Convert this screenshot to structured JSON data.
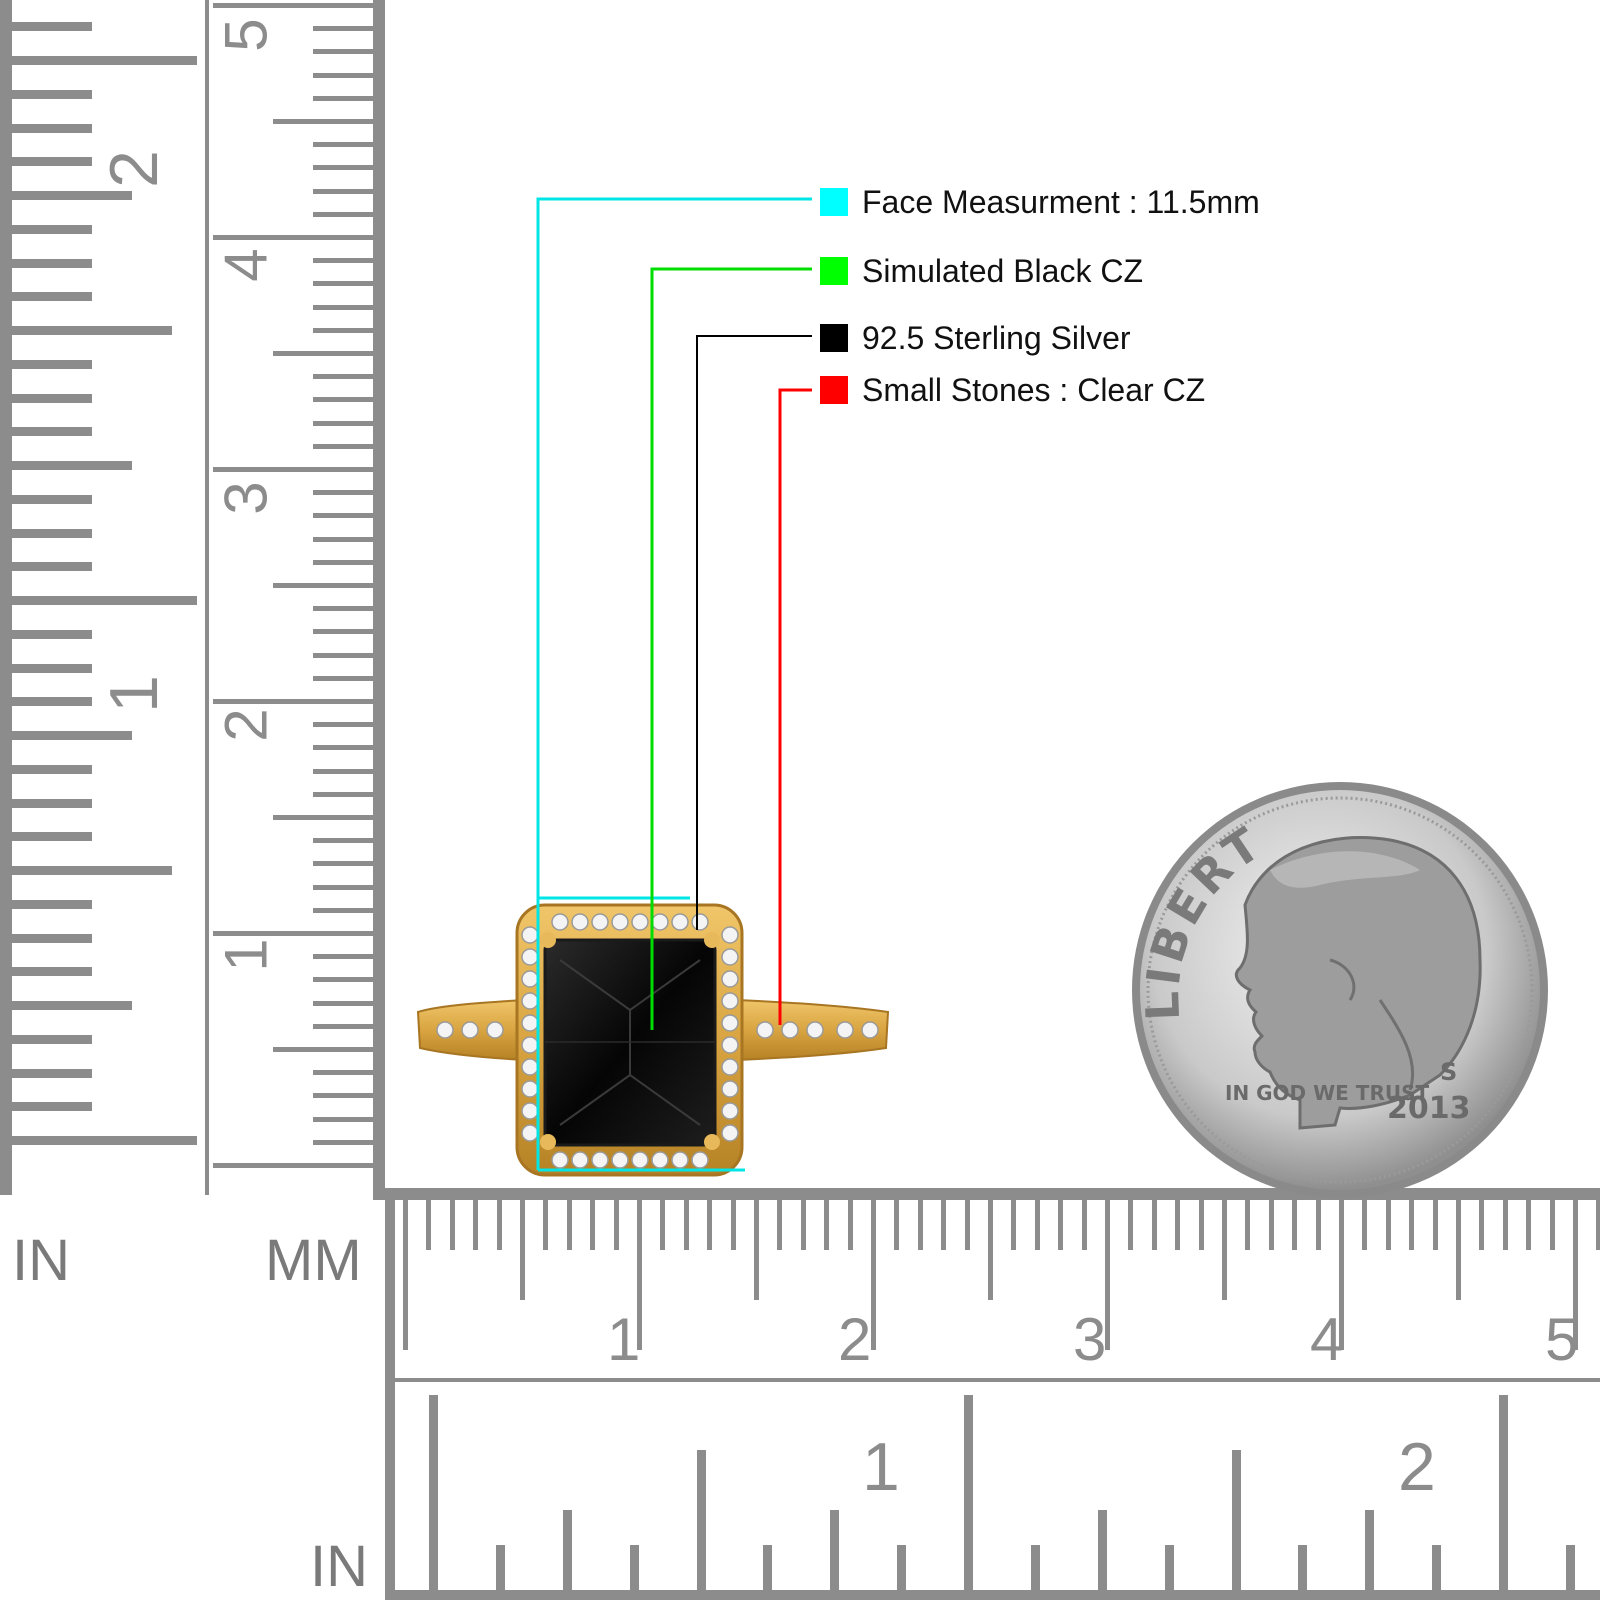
{
  "rulers": {
    "left": {
      "inch_label": "IN",
      "mm_label": "MM",
      "inch_numbers": [
        "1",
        "2"
      ],
      "cm_numbers": [
        "1",
        "2",
        "3",
        "4",
        "5"
      ]
    },
    "bottom": {
      "inch_label": "IN",
      "cm_numbers": [
        "1",
        "2",
        "3",
        "4",
        "5"
      ],
      "inch_numbers": [
        "1",
        "2"
      ]
    },
    "tick_color": "#8c8c8c"
  },
  "legend": [
    {
      "label": "Face Measurment : 11.5mm",
      "color": "#00ffff"
    },
    {
      "label": "Simulated Black CZ",
      "color": "#00ff00"
    },
    {
      "label": "92.5 Sterling Silver",
      "color": "#000000"
    },
    {
      "label": "Small Stones : Clear CZ",
      "color": "#ff0000"
    }
  ],
  "coin": {
    "legend_text": "LIBERTY",
    "motto": "IN GOD WE TRUST",
    "year": "2013",
    "mint_mark": "S"
  },
  "ring": {
    "metal_color": "#d9a441",
    "center_stone": "black emerald-cut",
    "halo": "clear round stones"
  }
}
